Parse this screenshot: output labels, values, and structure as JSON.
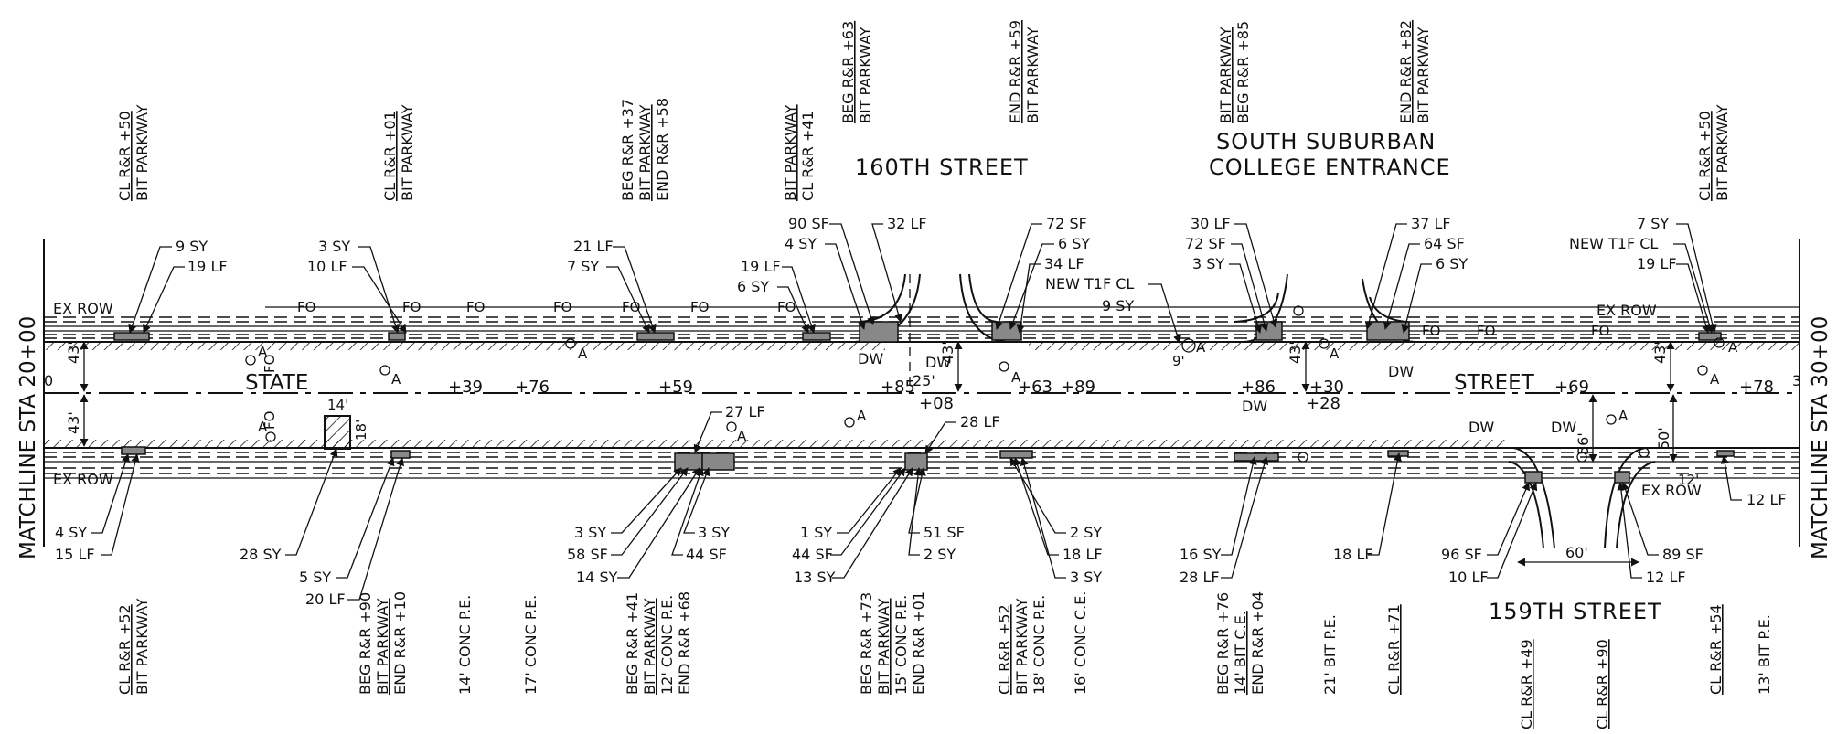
{
  "matchline_left": "MATCHLINE STA 20+00",
  "matchline_right": "MATCHLINE STA 30+00",
  "streets": {
    "s160": "160TH STREET",
    "ssc_line1": "SOUTH SUBURBAN",
    "ssc_line2": "COLLEGE ENTRANCE",
    "s159": "159TH STREET",
    "state": "STATE",
    "street": "STREET"
  },
  "top_notes": [
    {
      "l1": "CL R&R +50",
      "l2": "BIT PARKWAY"
    },
    {
      "l1": "CL R&R +01",
      "l2": "BIT PARKWAY"
    },
    {
      "l1": "BEG R&R +37",
      "l2": "BIT PARKWAY",
      "l3": "END R&R +58"
    },
    {
      "l1": "BIT PARKWAY",
      "l2": "CL R&R +41"
    },
    {
      "l1": "BEG R&R +63",
      "l2": "BIT PARKWAY"
    },
    {
      "l1": "END R&R +59",
      "l2": "BIT PARKWAY"
    },
    {
      "l1": "BIT PARKWAY",
      "l2": "BEG R&R +85"
    },
    {
      "l1": "END R&R +82",
      "l2": "BIT PARKWAY"
    },
    {
      "l1": "CL R&R +50",
      "l2": "BIT PARKWAY"
    }
  ],
  "bottom_notes": [
    {
      "l1": "CL R&R +52",
      "l2": "BIT PARKWAY"
    },
    {
      "l1": "BEG R&R +90",
      "l2": "BIT PARKWAY",
      "l3": "END R&R +10"
    },
    {
      "l1": "14' CONC P.E."
    },
    {
      "l1": "17' CONC P.E."
    },
    {
      "l1": "BEG R&R +41",
      "l2": "BIT PARKWAY",
      "l3": "12' CONC P.E.",
      "l4": "END R&R +68"
    },
    {
      "l1": "BEG R&R +73",
      "l2": "BIT PARKWAY",
      "l3": "15' CONC P.E.",
      "l4": "END R&R +01"
    },
    {
      "l1": "CL R&R +52",
      "l2": "BIT PARKWAY",
      "l3": "18' CONC P.E."
    },
    {
      "l1": "16' CONC C.E."
    },
    {
      "l1": "BEG R&R +76",
      "l2": "14' BIT C.E.",
      "l3": "END R&R +04"
    },
    {
      "l1": "21' BIT P.E."
    },
    {
      "l1": "CL R&R +71"
    },
    {
      "l1": "CL R&R +49"
    },
    {
      "l1": "CL R&R +90"
    },
    {
      "l1": "CL R&R +54"
    },
    {
      "l1": "13' BIT P.E."
    }
  ],
  "stations": [
    "+39",
    "+76",
    "+59",
    "+85",
    "+08",
    "+63",
    "+89",
    "+86",
    "+30",
    "+28",
    "+69",
    "+78"
  ],
  "callouts_top": [
    "9 SY",
    "19 LF",
    "3 SY",
    "10 LF",
    "21 LF",
    "7 SY",
    "19 LF",
    "6 SY",
    "90 SF",
    "4 SY",
    "32 LF",
    "72 SF",
    "6 SY",
    "34 LF",
    "NEW T1F CL",
    "9 SY",
    "30 LF",
    "72 SF",
    "3 SY",
    "37 LF",
    "64 SF",
    "6 SY",
    "7 SY",
    "NEW T1F CL",
    "19 LF"
  ],
  "callouts_bottom": [
    "4 SY",
    "15 LF",
    "28 SY",
    "5 SY",
    "20 LF",
    "27 LF",
    "3 SY",
    "58 SF",
    "14 SY",
    "3 SY",
    "44 SF",
    "28 LF",
    "1 SY",
    "44 SF",
    "13 SY",
    "51 SF",
    "2 SY",
    "2 SY",
    "18 LF",
    "3 SY",
    "16 SY",
    "28 LF",
    "18 LF",
    "96 SF",
    "10 LF",
    "89 SF",
    "12 LF",
    "12 LF"
  ],
  "labels": {
    "ex_row": "EX ROW",
    "dw": "DW",
    "a": "A",
    "fo": "FO",
    "dim_43": "43'",
    "dim_14": "14'",
    "dim_18": "18'",
    "dim_25": "25'",
    "dim_9": "9'",
    "dim_56": "56'",
    "dim_50": "50'",
    "dim_60": "60'",
    "dim_12": "12'",
    "sta_0": "0",
    "sta_3": "3"
  }
}
